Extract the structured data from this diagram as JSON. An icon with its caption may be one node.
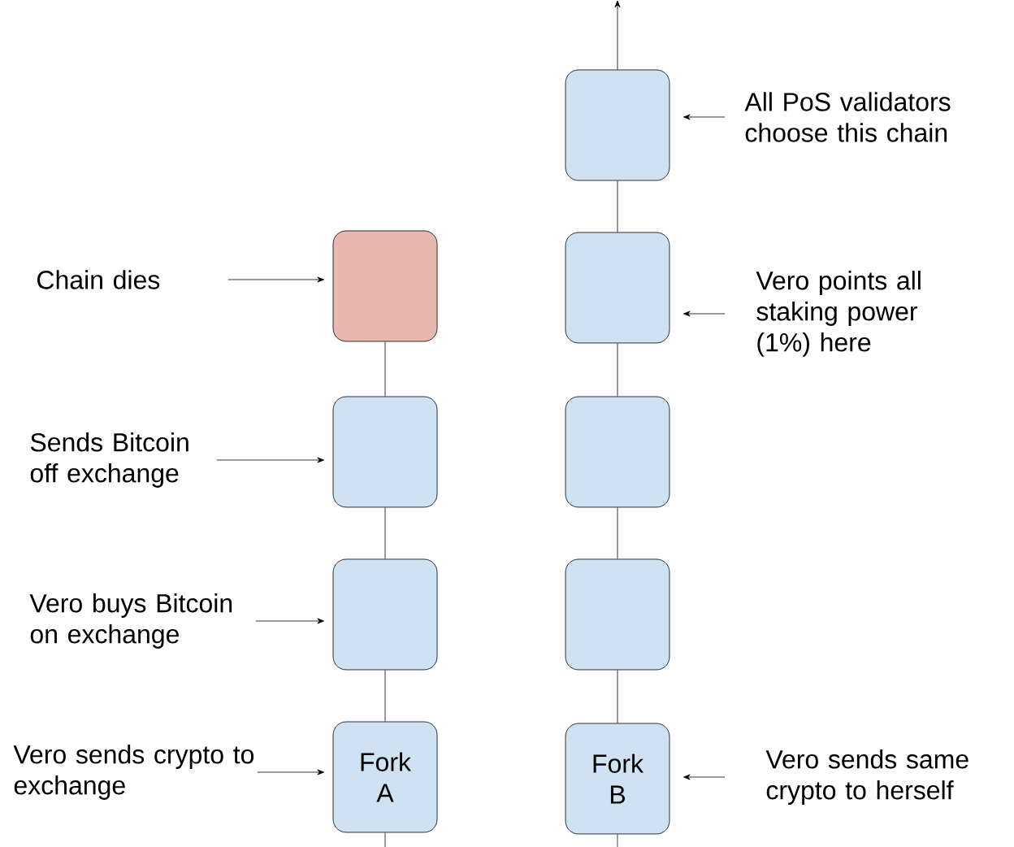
{
  "diagram": {
    "nodes": [
      {
        "text": [],
        "shape": "box"
      },
      {
        "text": [
          "All PoS validators choose this chain"
        ]
      },
      {
        "text": [
          "Chain dies"
        ]
      },
      {
        "text": [],
        "shape": "box"
      },
      {
        "text": [],
        "shape": "box"
      },
      {
        "text": [
          "Vero points all staking power (1%) here"
        ]
      },
      {
        "text": [
          "Sends Bitcoin off exchange"
        ]
      },
      {
        "text": [],
        "shape": "box"
      },
      {
        "text": [],
        "shape": "box"
      },
      {
        "text": [
          "Vero buys Bitcoin on exchange"
        ]
      },
      {
        "text": [],
        "shape": "box"
      },
      {
        "text": [],
        "shape": "box"
      },
      {
        "text": [
          "Vero sends crypto to exchange"
        ]
      },
      {
        "text": [
          "Fork A"
        ]
      },
      {
        "text": [
          "Fork B"
        ]
      },
      {
        "text": [
          "Vero sends same crypto to herself"
        ]
      }
    ],
    "edges": [
      {
        "from": 3,
        "to": 7,
        "arrow": "none"
      },
      {
        "from": 7,
        "to": 10,
        "arrow": "none"
      },
      {
        "from": 10,
        "to": 13,
        "arrow": "none"
      },
      {
        "from": 13,
        "to": null,
        "arrow": "none"
      },
      {
        "from": 14,
        "to": null,
        "arrow": "none"
      },
      {
        "from": 14,
        "to": 11,
        "arrow": "none"
      },
      {
        "from": 11,
        "to": 8,
        "arrow": "none"
      },
      {
        "from": 8,
        "to": 4,
        "arrow": "none"
      },
      {
        "from": 4,
        "to": 0,
        "arrow": "none"
      },
      {
        "from": 0,
        "to": null,
        "arrow": "to"
      },
      {
        "from": 2,
        "to": 3,
        "arrow": "to"
      },
      {
        "from": 6,
        "to": 7,
        "arrow": "to"
      },
      {
        "from": 9,
        "to": 10,
        "arrow": "to"
      },
      {
        "from": 12,
        "to": 13,
        "arrow": "to"
      },
      {
        "from": 1,
        "to": 0,
        "arrow": "to"
      },
      {
        "from": 5,
        "to": 4,
        "arrow": "to"
      },
      {
        "from": 15,
        "to": 14,
        "arrow": "to"
      }
    ]
  }
}
